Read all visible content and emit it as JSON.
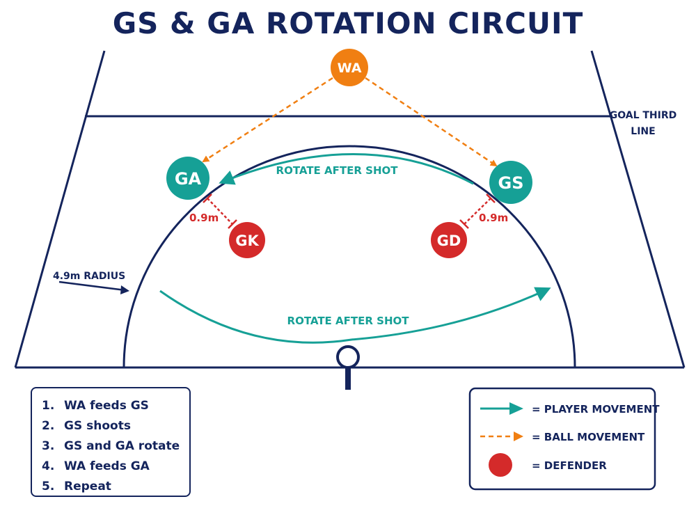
{
  "title": "GS & GA ROTATION CIRCUIT",
  "labels": {
    "goal_third_line_1": "GOAL THIRD",
    "goal_third_line_2": "LINE",
    "radius": "4.9m RADIUS",
    "rotate_top": "ROTATE AFTER SHOT",
    "rotate_bottom": "ROTATE AFTER SHOT",
    "dist_left": "0.9m",
    "dist_right": "0.9m"
  },
  "players": {
    "wa": "WA",
    "ga": "GA",
    "gs": "GS",
    "gk": "GK",
    "gd": "GD"
  },
  "colors": {
    "navy": "#14245c",
    "teal": "#16a096",
    "orange": "#f07f12",
    "red": "#d42a2a"
  },
  "steps": [
    {
      "num": "1.",
      "text": "WA feeds GS"
    },
    {
      "num": "2.",
      "text": "GS shoots"
    },
    {
      "num": "3.",
      "text": "GS and GA rotate"
    },
    {
      "num": "4.",
      "text": "WA feeds GA"
    },
    {
      "num": "5.",
      "text": "Repeat"
    }
  ],
  "legend": {
    "player_movement": "= PLAYER MOVEMENT",
    "ball_movement": "= BALL MOVEMENT",
    "defender": "= DEFENDER"
  }
}
